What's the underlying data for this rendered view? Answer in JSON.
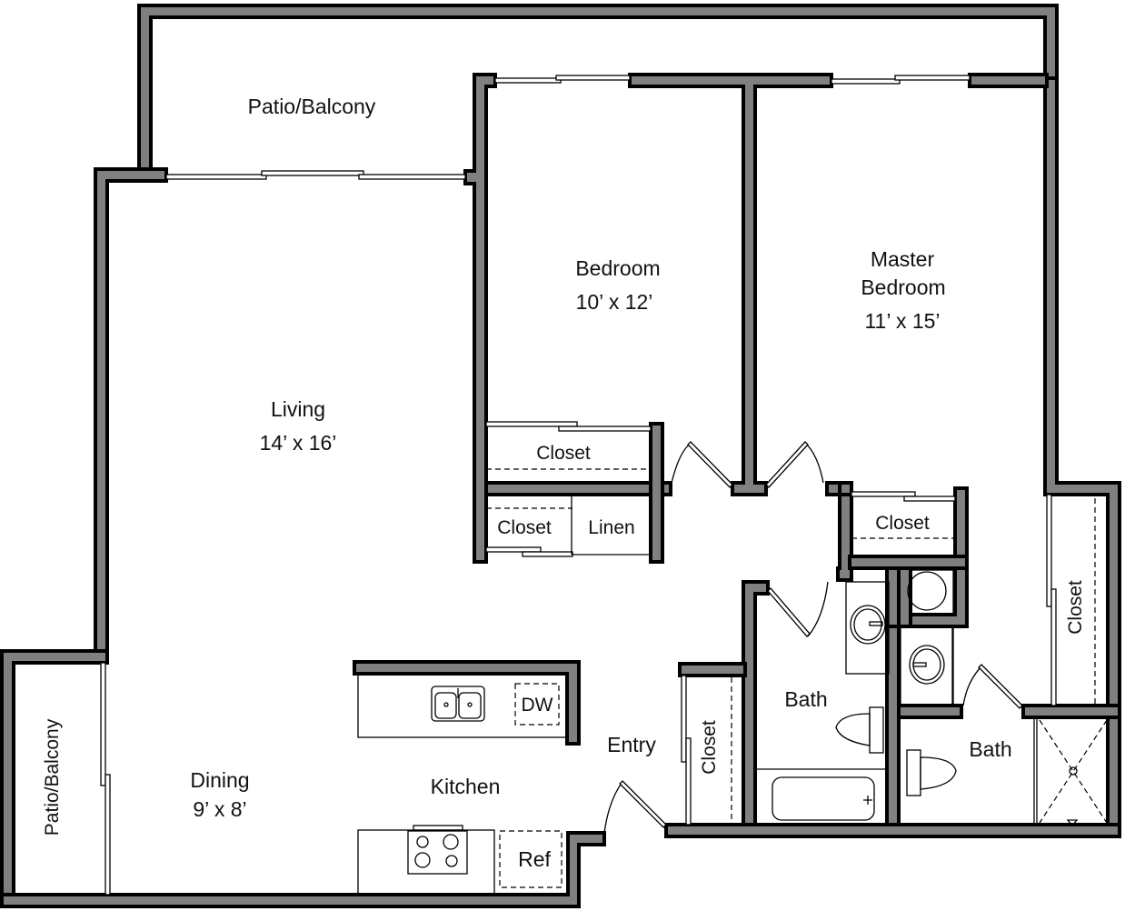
{
  "plan": {
    "colors": {
      "wall_fill": "#808080",
      "wall_outline": "#000000",
      "background": "#ffffff"
    },
    "rooms": {
      "patio_top": {
        "name": "Patio/Balcony"
      },
      "patio_left": {
        "name": "Patio/Balcony"
      },
      "living": {
        "name": "Living",
        "size": "14’ x 16’"
      },
      "dining": {
        "name": "Dining",
        "size": "9’ x 8’"
      },
      "kitchen": {
        "name": "Kitchen"
      },
      "entry": {
        "name": "Entry"
      },
      "bedroom": {
        "name": "Bedroom",
        "size": "10’ x 12’"
      },
      "master": {
        "name_line1": "Master",
        "name_line2": "Bedroom",
        "size": "11’ x 15’"
      },
      "bedroom_closet": {
        "name": "Closet"
      },
      "hall_closet": {
        "name": "Closet"
      },
      "linen": {
        "name": "Linen"
      },
      "master_closet_small": {
        "name": "Closet"
      },
      "master_closet_long": {
        "name": "Closet"
      },
      "entry_closet": {
        "name": "Closet"
      },
      "bath_hall": {
        "name": "Bath"
      },
      "bath_master": {
        "name": "Bath"
      }
    },
    "fixtures": {
      "dishwasher": "DW",
      "refrigerator": "Ref"
    }
  }
}
